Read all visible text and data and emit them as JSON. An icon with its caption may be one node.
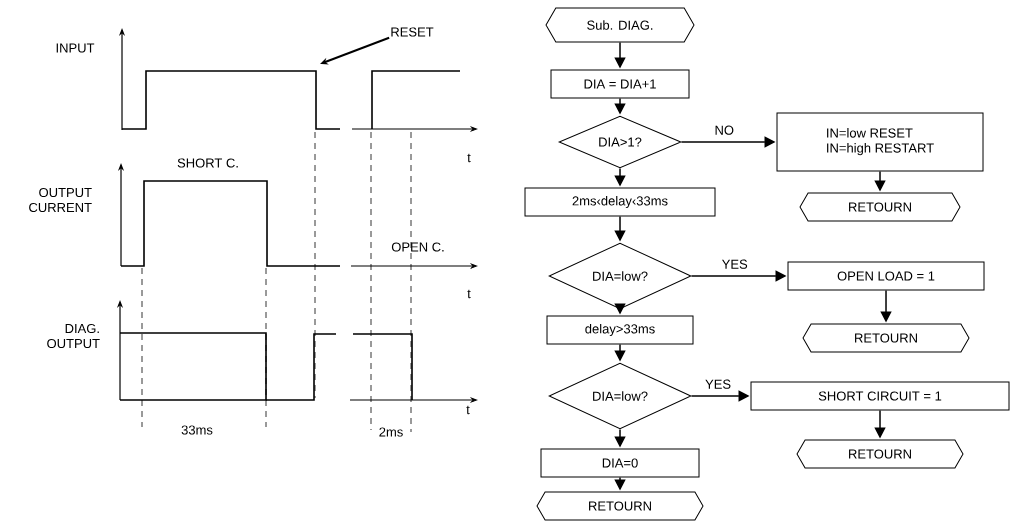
{
  "diagram": {
    "nodes": [
      {
        "text": [
          "Sub. DIAG."
        ]
      },
      {
        "text": [
          "DIA = DIA+1"
        ]
      },
      {
        "text": [
          "DIA>1?"
        ]
      },
      {
        "text": [
          "IN=low RESET",
          "IN=high RESTART"
        ]
      },
      {
        "text": [
          "RETOURN"
        ]
      },
      {
        "text": [
          "2ms‹delay‹33ms"
        ]
      },
      {
        "text": [
          "DIA=low?"
        ]
      },
      {
        "text": [
          "OPEN LOAD = 1"
        ]
      },
      {
        "text": [
          "RETOURN"
        ]
      },
      {
        "text": [
          "delay>33ms"
        ]
      },
      {
        "text": [
          "DIA=low?"
        ]
      },
      {
        "text": [
          "SHORT CIRCUIT = 1"
        ]
      },
      {
        "text": [
          "RETOURN"
        ]
      },
      {
        "text": [
          "DIA=0"
        ]
      },
      {
        "text": [
          "RETOURN"
        ]
      },
      {
        "text": [
          "RESET"
        ]
      }
    ],
    "edges": [
      {
        "from": 0,
        "to": 1,
        "arrow": "to"
      },
      {
        "from": 1,
        "to": 2,
        "arrow": "to"
      },
      {
        "from": 2,
        "to": 3,
        "arrow": "to",
        "label": "NO"
      },
      {
        "from": 3,
        "to": 4,
        "arrow": "to"
      },
      {
        "from": 2,
        "to": 5,
        "arrow": "to"
      },
      {
        "from": 5,
        "to": 6,
        "arrow": "to"
      },
      {
        "from": 6,
        "to": 7,
        "arrow": "to",
        "label": "YES"
      },
      {
        "from": 7,
        "to": 8,
        "arrow": "to"
      },
      {
        "from": 6,
        "to": 9,
        "arrow": "to"
      },
      {
        "from": 9,
        "to": 10,
        "arrow": "to"
      },
      {
        "from": 10,
        "to": 11,
        "arrow": "to",
        "label": "YES"
      },
      {
        "from": 11,
        "to": 12,
        "arrow": "to"
      },
      {
        "from": 10,
        "to": 13,
        "arrow": "to"
      },
      {
        "from": 13,
        "to": 14,
        "arrow": "to"
      },
      {
        "from": 15,
        "to": null,
        "arrow": "to"
      }
    ],
    "labels": [
      "INPUT",
      "t",
      "SHORT C.",
      "OUTPUT CURRENT",
      "OPEN C.",
      "t",
      "DIAG. OUTPUT",
      "t",
      "33ms",
      "2ms"
    ]
  }
}
